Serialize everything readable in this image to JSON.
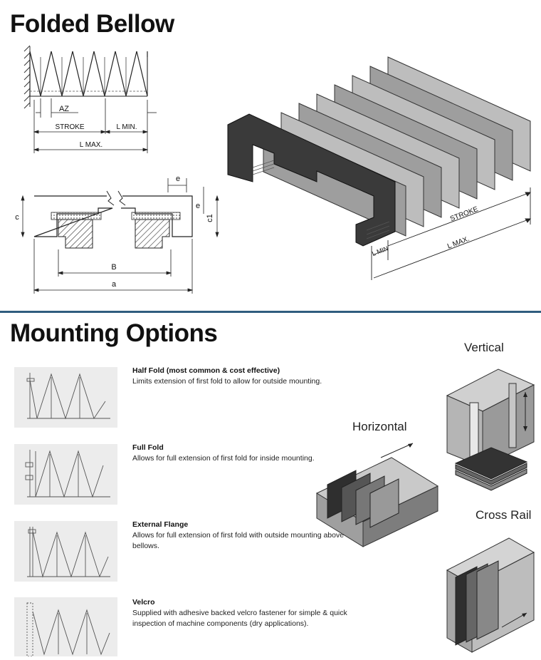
{
  "title_top": "Folded Bellow",
  "title_bottom": "Mounting Options",
  "diagram_labels": {
    "az": "AZ",
    "stroke": "STROKE",
    "l_min": "L MIN.",
    "l_max": "L MAX.",
    "e": "e",
    "c": "c",
    "c1": "c1",
    "B": "B",
    "a": "a",
    "iso_stroke": "STROKE",
    "iso_l_max": "L MAX.",
    "iso_l_min": "L MIN"
  },
  "options": [
    {
      "title": "Half Fold (most common & cost effective)",
      "desc": "Limits extension of first fold to allow for outside mounting."
    },
    {
      "title": "Full Fold",
      "desc": "Allows for full extension of first fold for inside mounting."
    },
    {
      "title": "External Flange",
      "desc": "Allows for full extension of first fold with outside mounting above bellows."
    },
    {
      "title": "Velcro",
      "desc": "Supplied with adhesive backed velcro fastener for simple & quick inspection of machine components (dry applications)."
    }
  ],
  "views": {
    "vertical": "Vertical",
    "horizontal": "Horizontal",
    "cross_rail": "Cross Rail"
  }
}
